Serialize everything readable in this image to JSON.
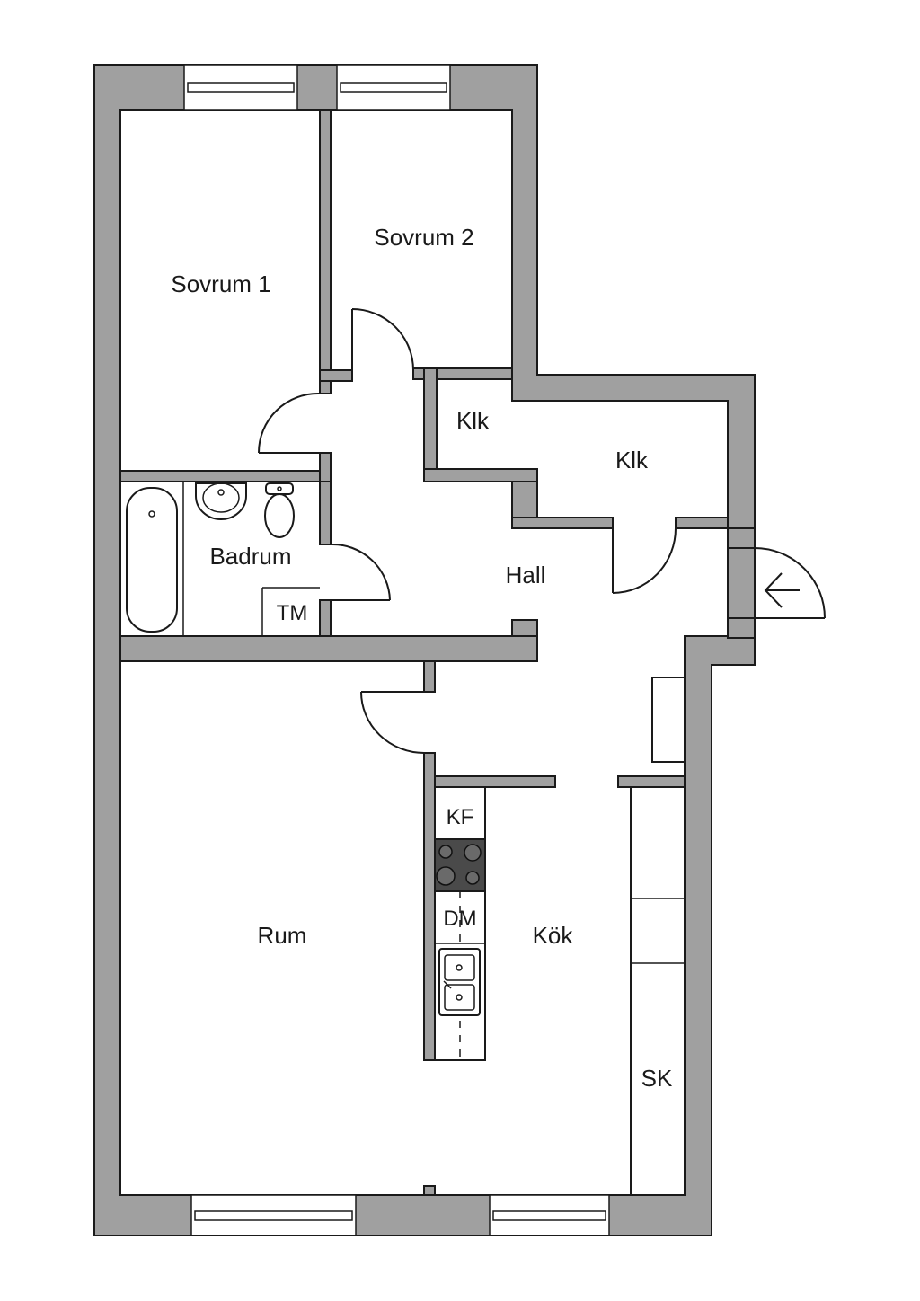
{
  "floorplan": {
    "rooms": {
      "sovrum1": "Sovrum 1",
      "sovrum2": "Sovrum 2",
      "klk_bedroom": "Klk",
      "klk_hall": "Klk",
      "badrum": "Badrum",
      "tm": "TM",
      "hall": "Hall",
      "rum": "Rum",
      "kok": "Kök",
      "kf": "KF",
      "dm": "DM",
      "sk": "SK"
    },
    "colors": {
      "wall": "#a0a0a0",
      "line": "#1a1a1a",
      "stove": "#4a4a4a",
      "background": "#ffffff"
    },
    "icons": [
      "entrance-arrow-icon",
      "bathtub-icon",
      "sink-icon",
      "toilet-icon",
      "stove-icon",
      "kitchen-sink-icon"
    ]
  }
}
